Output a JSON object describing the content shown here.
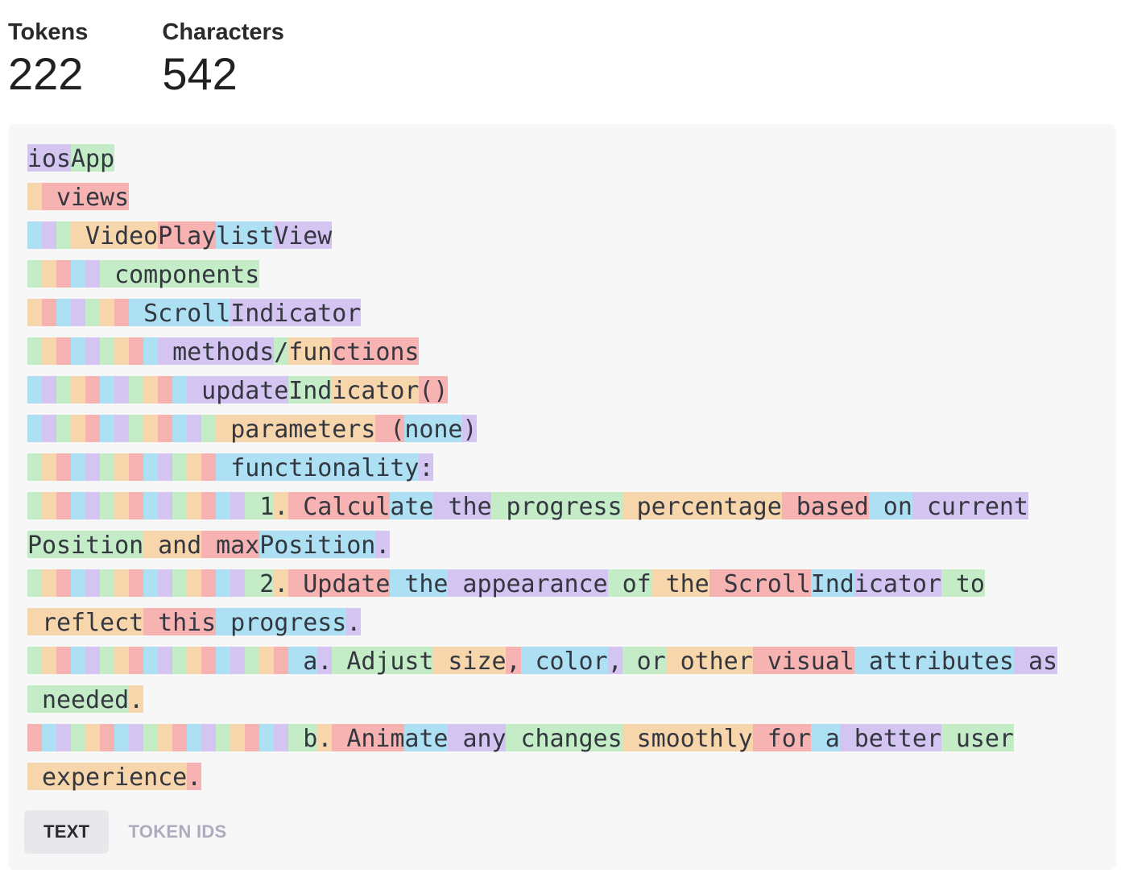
{
  "stats": {
    "tokens_label": "Tokens",
    "tokens_value": "222",
    "characters_label": "Characters",
    "characters_value": "542"
  },
  "colors": [
    "#d3c4f1",
    "#c3ecc7",
    "#f7d6ac",
    "#f6b3b1",
    "#ade0f3"
  ],
  "token_lines": [
    [
      "ios",
      "App"
    ],
    [
      " ",
      " views"
    ],
    [
      " ",
      " ",
      " ",
      " Video",
      "Play",
      "list",
      "View"
    ],
    [
      " ",
      " ",
      " ",
      " ",
      " ",
      " components"
    ],
    [
      " ",
      " ",
      " ",
      " ",
      " ",
      " ",
      " ",
      " Scroll",
      "Indicator"
    ],
    [
      " ",
      " ",
      " ",
      " ",
      " ",
      " ",
      " ",
      " ",
      " ",
      " methods",
      "/",
      "fun",
      "ctions"
    ],
    [
      " ",
      " ",
      " ",
      " ",
      " ",
      " ",
      " ",
      " ",
      " ",
      " ",
      " ",
      " update",
      "Ind",
      "icator",
      "()"
    ],
    [
      " ",
      " ",
      " ",
      " ",
      " ",
      " ",
      " ",
      " ",
      " ",
      " ",
      " ",
      " ",
      " ",
      " parameters",
      " (",
      "none",
      ")"
    ],
    [
      " ",
      " ",
      " ",
      " ",
      " ",
      " ",
      " ",
      " ",
      " ",
      " ",
      " ",
      " ",
      " ",
      " functionality",
      ":"
    ],
    [
      " ",
      " ",
      " ",
      " ",
      " ",
      " ",
      " ",
      " ",
      " ",
      " ",
      " ",
      " ",
      " ",
      " ",
      " ",
      " 1",
      ".",
      " Calcul",
      "ate",
      " the",
      " progress",
      " percentage",
      " based",
      " on",
      " current"
    ],
    [
      "Position",
      " and",
      " max",
      "Position",
      "."
    ],
    [
      " ",
      " ",
      " ",
      " ",
      " ",
      " ",
      " ",
      " ",
      " ",
      " ",
      " ",
      " ",
      " ",
      " ",
      " ",
      " 2",
      ".",
      " Update",
      " the",
      " appearance",
      " of",
      " the",
      " Scroll",
      "Ind",
      "icator",
      " to"
    ],
    [
      " reflect",
      " this",
      " progress",
      "."
    ],
    [
      " ",
      " ",
      " ",
      " ",
      " ",
      " ",
      " ",
      " ",
      " ",
      " ",
      " ",
      " ",
      " ",
      " ",
      " ",
      " ",
      " ",
      " ",
      " a",
      ".",
      " Adjust",
      " size",
      ",",
      " color",
      ",",
      " or",
      " other",
      " visual",
      " attributes",
      " as"
    ],
    [
      " needed",
      "."
    ],
    [
      " ",
      " ",
      " ",
      " ",
      " ",
      " ",
      " ",
      " ",
      " ",
      " ",
      " ",
      " ",
      " ",
      " ",
      " ",
      " ",
      " ",
      " ",
      " b",
      ".",
      " Anim",
      "ate",
      " any",
      " changes",
      " smoothly",
      " for",
      " a",
      " better",
      " user"
    ],
    [
      " experience",
      "."
    ]
  ],
  "tabs": [
    {
      "label": "TEXT",
      "active": true
    },
    {
      "label": "TOKEN IDS",
      "active": false
    }
  ]
}
